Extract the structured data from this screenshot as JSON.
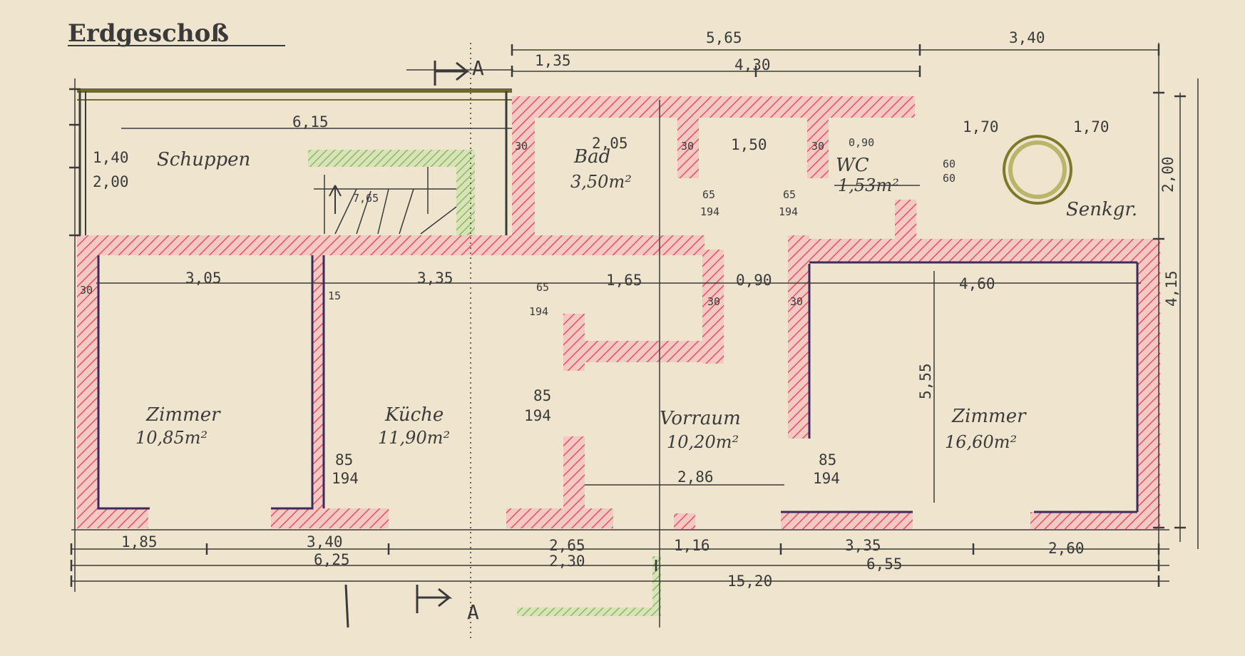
{
  "title": "Erdgeschoß",
  "rooms": {
    "schuppen": "Schuppen",
    "bad": "Bad",
    "bad_area": "3,50m²",
    "wc": "WC",
    "wc_area": "1,53m²",
    "senkgrube": "Senkgr.",
    "zimmer_left": "Zimmer",
    "zimmer_left_area": "10,85m²",
    "kueche": "Küche",
    "kueche_area": "11,90m²",
    "vorraum": "Vorraum",
    "vorraum_area": "10,20m²",
    "zimmer_right": "Zimmer",
    "zimmer_right_area": "16,60m²"
  },
  "dims": {
    "top_565": "5,65",
    "top_340": "3,40",
    "top_135": "1,35",
    "top_430": "4,30",
    "schuppen_615": "6,15",
    "schuppen_140": "1,40",
    "schuppen_200": "2,00",
    "bad_205": "2,05",
    "mid_150": "1,50",
    "wc_090": "0,90",
    "sg_170a": "1,70",
    "sg_170b": "1,70",
    "z_305": "3,05",
    "k_335": "3,35",
    "mid_165": "1,65",
    "v_090": "0,90",
    "zr_460": "4,60",
    "v_286": "2,86",
    "bot_185": "1,85",
    "bot_340": "3,40",
    "bot_625": "6,25",
    "bot_265": "2,65",
    "bot_230": "2,30",
    "bot_116": "1,16",
    "bot_335": "3,35",
    "bot_655": "6,55",
    "bot_260": "2,60",
    "bot_152": "15,20",
    "right_415": "4,15",
    "right_555": "5,55",
    "right_200": "2,00",
    "door_65a": "65",
    "door_194a": "194",
    "door_65b": "65",
    "door_194b": "194",
    "door_65c": "65",
    "door_194c": "194",
    "door_85a": "85",
    "door_194d": "194",
    "door_85b": "85",
    "door_194e": "194",
    "door_85c": "85",
    "door_194f": "194",
    "wall_30a": "30",
    "wall_30b": "30",
    "wall_30c": "30",
    "wall_30d": "30",
    "wall_30e": "30",
    "wall_30f": "30",
    "wall_15": "15",
    "wc_60a": "60",
    "wc_60b": "60",
    "stair_765": "7,65",
    "axis_a1": "A",
    "axis_a2": "A"
  },
  "colors": {
    "paper": "#efe5cf",
    "wall_hatch": "#e8606a",
    "wall_fill": "#f3c3bd",
    "ink": "#3a3a3a",
    "ink_purple": "#3e2b5e",
    "green": "#9cc27a",
    "olive": "#7a7a2a"
  }
}
